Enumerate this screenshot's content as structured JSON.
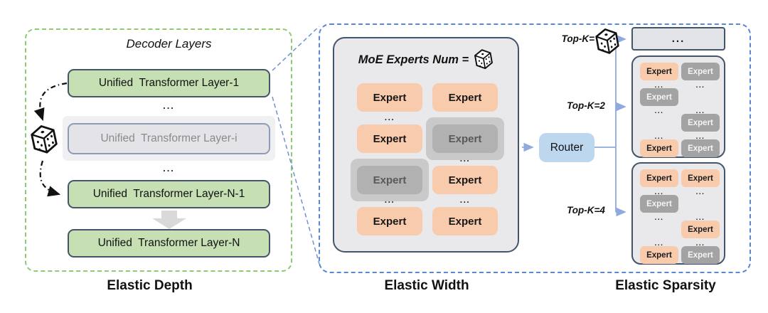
{
  "depth": {
    "title": "Decoder Layers",
    "caption": "Elastic Depth",
    "layer1": "Unified  Transformer Layer-1",
    "layer_i": "Unified  Transformer Layer-i",
    "layer_n_1": "Unified  Transformer Layer-N-1",
    "layer_n": "Unified  Transformer Layer-N",
    "ellipsis": "..."
  },
  "width": {
    "title": "MoE Experts Num =",
    "caption": "Elastic Width",
    "expert": "Expert",
    "ellipsis": "...",
    "experts_grid": [
      [
        "active",
        "active"
      ],
      [
        "active",
        "masked"
      ],
      [
        "masked",
        "active"
      ],
      [
        "active",
        "active"
      ]
    ]
  },
  "sparsity": {
    "caption": "Elastic Sparsity",
    "router": "Router",
    "topk_random": "Top-K=",
    "topk_2": "Top-K=2",
    "topk_4": "Top-K=4",
    "ellipsis": "...",
    "expert": "Expert",
    "topk2_grid": [
      [
        "selected",
        "unselected"
      ],
      [
        "unselected",
        null
      ],
      [
        null,
        "unselected"
      ],
      [
        "selected",
        "unselected"
      ]
    ],
    "topk4_grid": [
      [
        "selected",
        "selected"
      ],
      [
        "unselected",
        null
      ],
      [
        null,
        "selected"
      ],
      [
        "selected",
        "unselected"
      ]
    ]
  },
  "colors": {
    "expert_active": "#f8cbad",
    "expert_inactive": "#a6a6a6",
    "layer_active": "#c6e0b4",
    "router_fill": "#bdd7ee",
    "depth_outline": "#8ccb72",
    "zoom_outline": "#5b87d7",
    "container_border": "#44546a",
    "connector_blue": "#8faadc"
  }
}
